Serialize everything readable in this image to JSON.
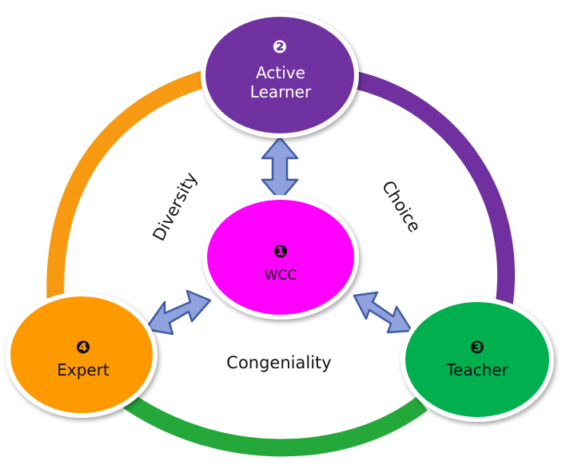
{
  "nodes": {
    "active_learner": {
      "number": "❷",
      "line1": "Active",
      "line2": "Learner",
      "color": "#7030a0"
    },
    "wcc": {
      "number": "❶",
      "label": "WCC",
      "color": "#ff00ff"
    },
    "teacher": {
      "number": "❸",
      "label": "Teacher",
      "color": "#00b050"
    },
    "expert": {
      "number": "❹",
      "label": "Expert",
      "color": "#ff9900"
    }
  },
  "edge_labels": {
    "diversity": "Diversity",
    "choice": "Choice",
    "congeniality": "Congeniality"
  },
  "colors": {
    "ring_orange": "#f79a12",
    "ring_purple": "#7030a0",
    "ring_green": "#25a83a",
    "arrow_fill": "#8fa2dd",
    "arrow_stroke": "#3f5aa6"
  }
}
